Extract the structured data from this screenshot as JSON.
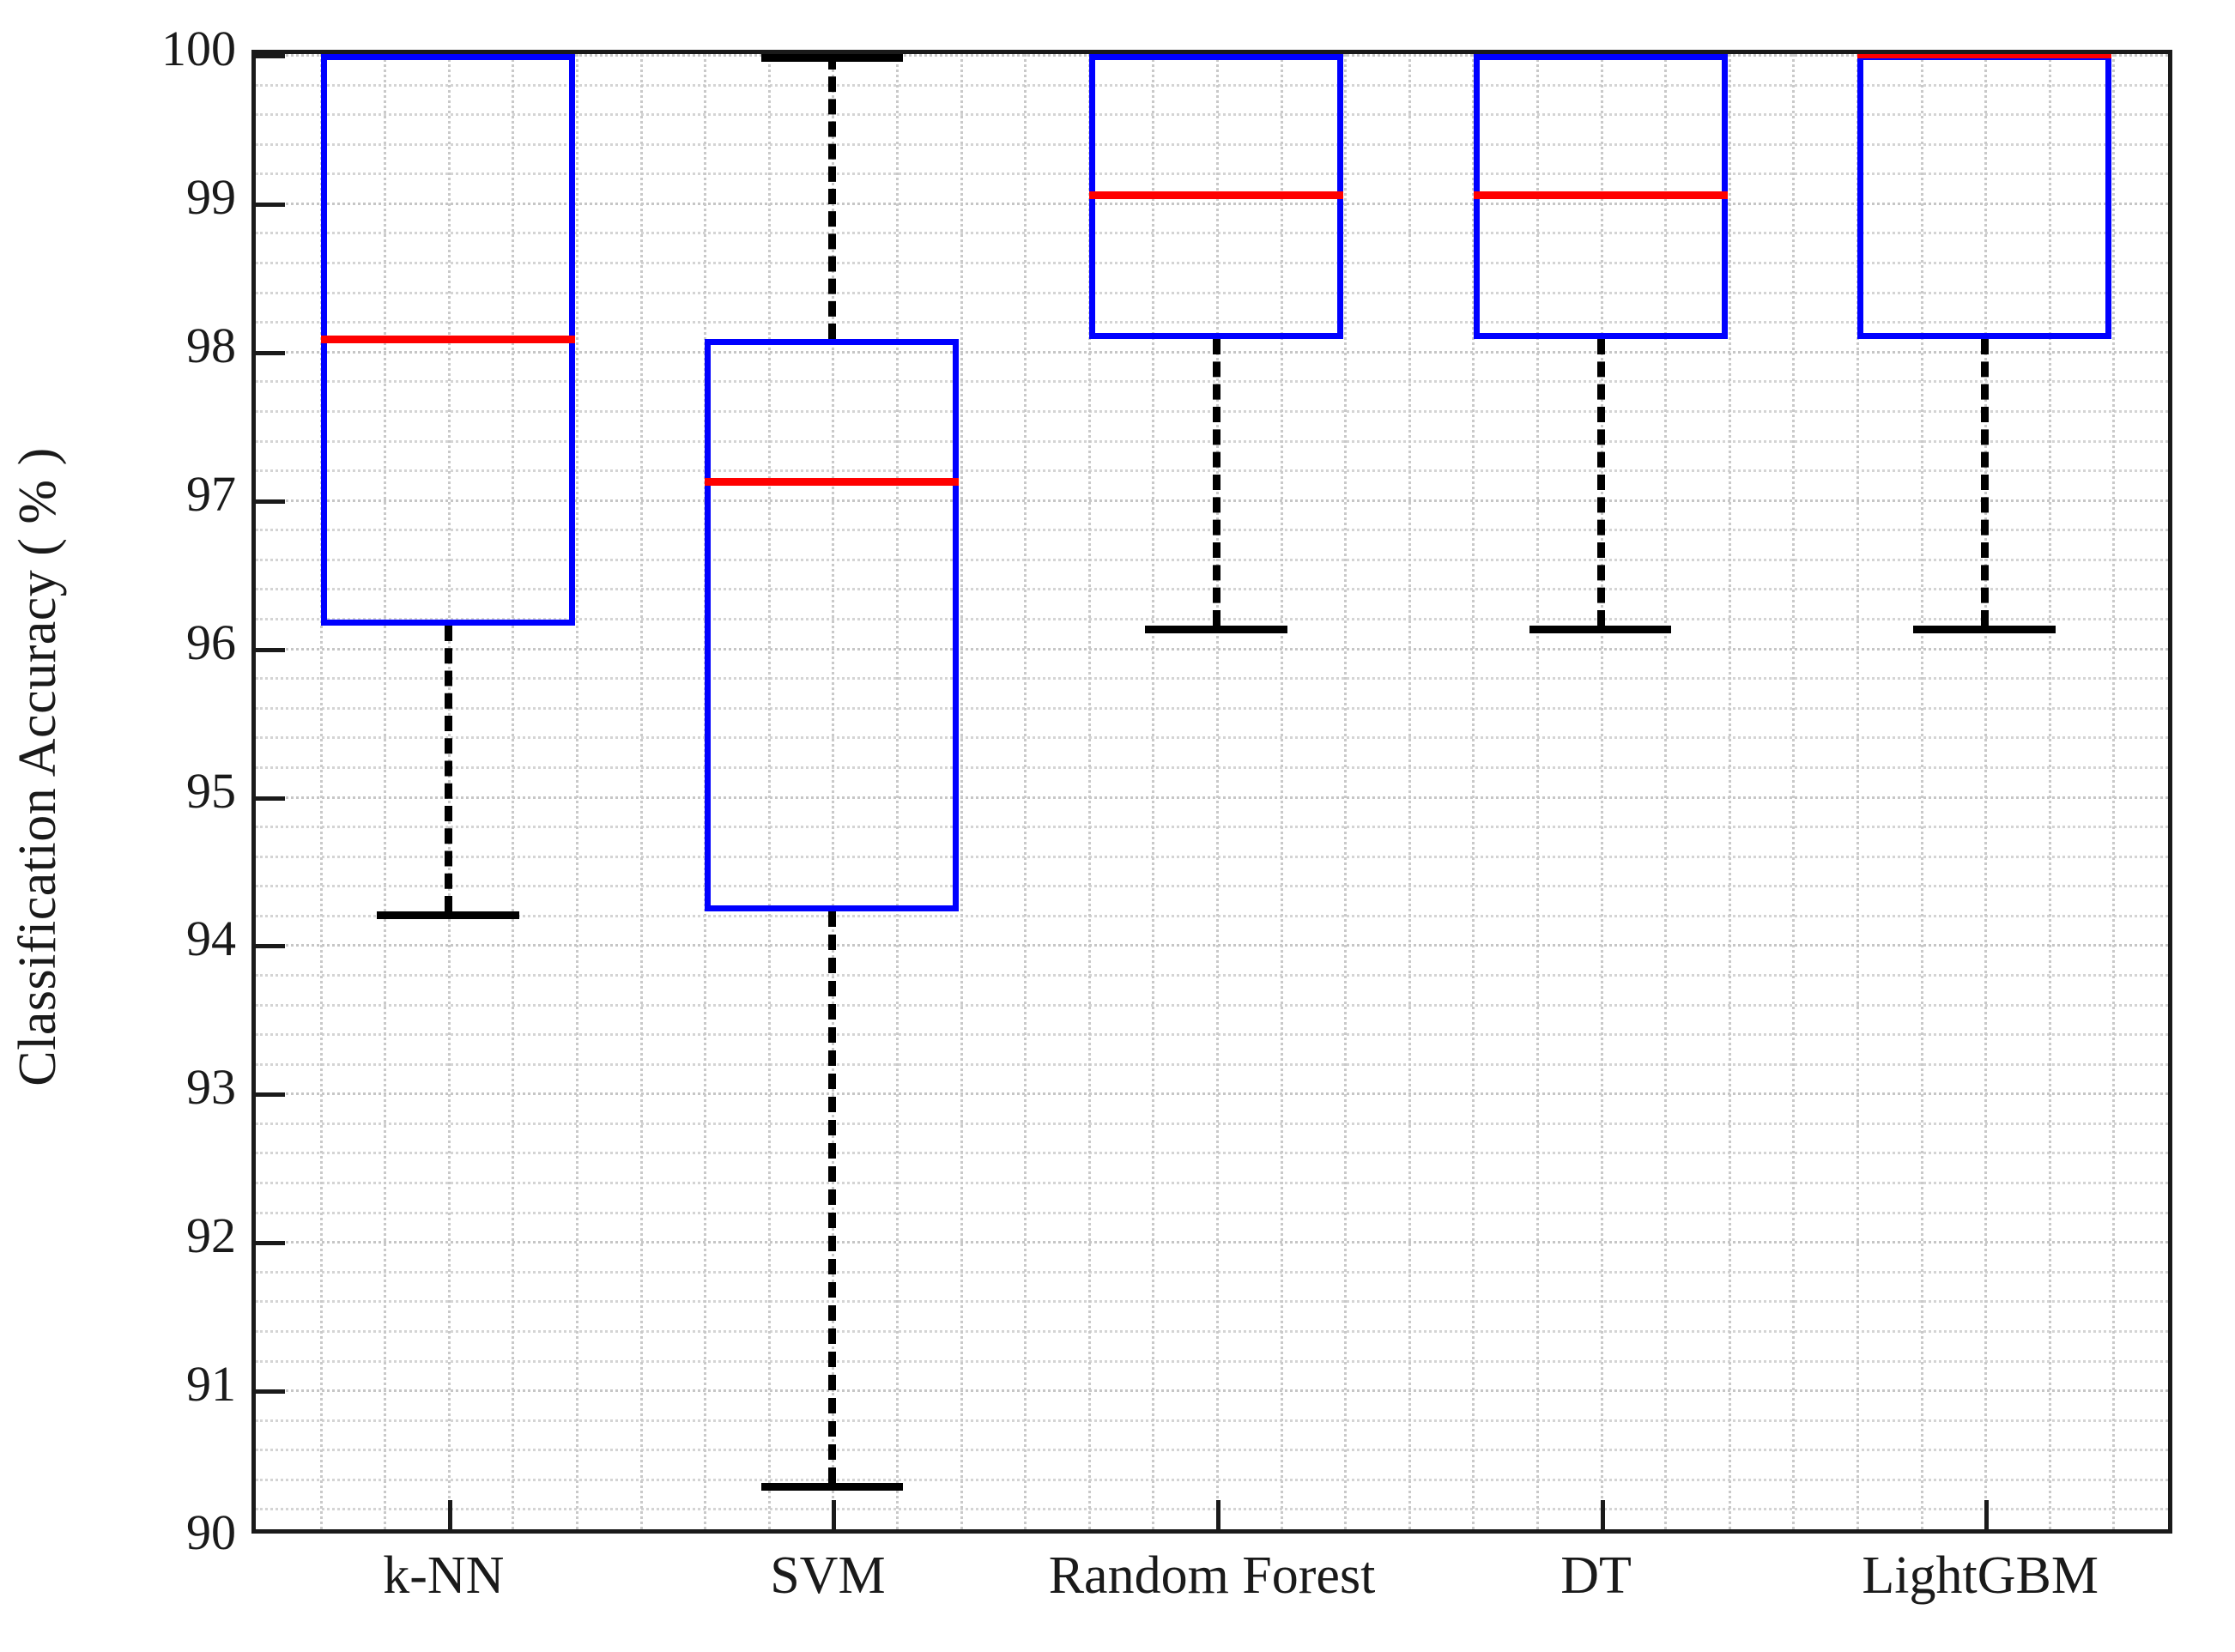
{
  "chart_data": {
    "type": "box",
    "title": "",
    "xlabel": "",
    "ylabel": "Classification Accuracy ( % )",
    "categories": [
      "k-NN",
      "SVM",
      "Random Forest",
      "DT",
      "LightGBM"
    ],
    "ylim": [
      90,
      100
    ],
    "ytick_labels": [
      "90",
      "91",
      "92",
      "93",
      "94",
      "95",
      "96",
      "97",
      "98",
      "99",
      "100"
    ],
    "ytick_values": [
      90,
      91,
      92,
      93,
      94,
      95,
      96,
      97,
      98,
      99,
      100
    ],
    "grid": true,
    "grid_style": "dotted-minor",
    "legend": "none",
    "boxes": [
      {
        "category": "k-NN",
        "whisker_low": 94.22,
        "q1": 96.15,
        "median": 98.08,
        "q3": 100.0,
        "whisker_high": 100.0,
        "outliers": []
      },
      {
        "category": "SVM",
        "whisker_low": 90.37,
        "q1": 94.22,
        "median": 97.12,
        "q3": 98.08,
        "whisker_high": 100.0,
        "outliers": []
      },
      {
        "category": "Random Forest",
        "whisker_low": 96.15,
        "q1": 98.08,
        "median": 99.05,
        "q3": 100.0,
        "whisker_high": 100.0,
        "outliers": []
      },
      {
        "category": "DT",
        "whisker_low": 96.15,
        "q1": 98.08,
        "median": 99.05,
        "q3": 100.0,
        "whisker_high": 100.0,
        "outliers": []
      },
      {
        "category": "LightGBM",
        "whisker_low": 96.15,
        "q1": 98.08,
        "median": 100.0,
        "q3": 100.0,
        "whisker_high": 100.0,
        "outliers": []
      }
    ],
    "colors": {
      "box_edge": "#0000ff",
      "median": "#ff0000",
      "whisker": "#000000",
      "axis": "#1a1a1a",
      "grid": "#c6c6c6",
      "background": "#ffffff"
    }
  }
}
